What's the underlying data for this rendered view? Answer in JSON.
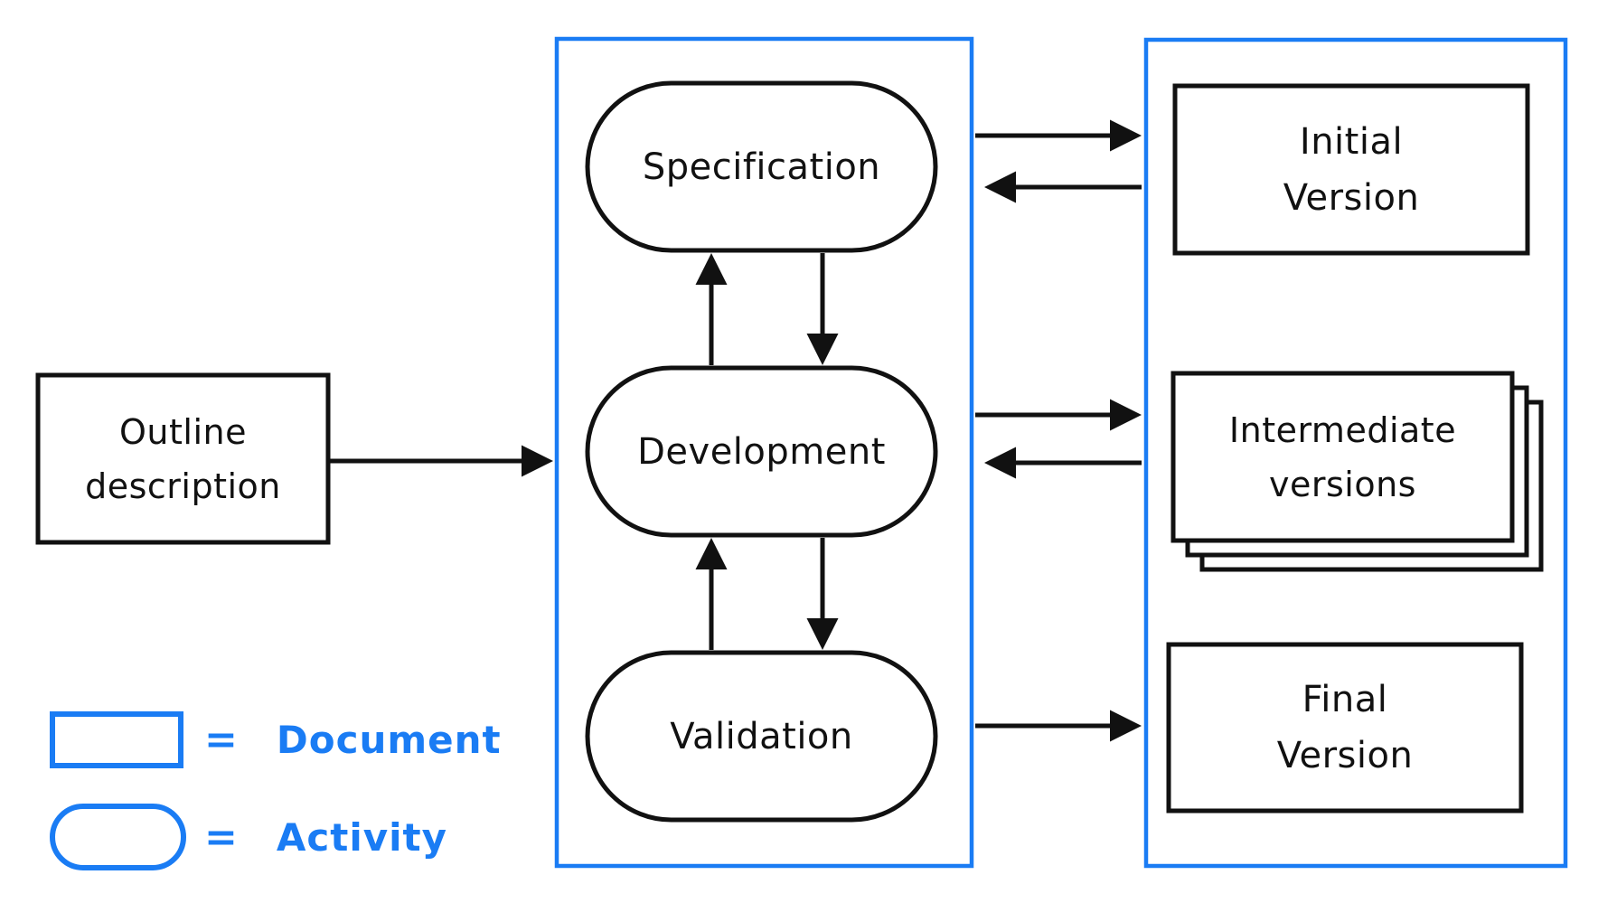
{
  "diagram": {
    "outline_box": {
      "line1": "Outline",
      "line2": "description"
    },
    "activities": {
      "specification": "Specification",
      "development": "Development",
      "validation": "Validation"
    },
    "versions": {
      "initial": {
        "line1": "Initial",
        "line2": "Version"
      },
      "intermediate": {
        "line1": "Intermediate",
        "line2": "versions"
      },
      "final": {
        "line1": "Final",
        "line2": "Version"
      }
    },
    "legend": {
      "document": {
        "equals": "=",
        "label": "Document",
        "symbol": "rectangle"
      },
      "activity": {
        "equals": "=",
        "label": "Activity",
        "symbol": "stadium"
      }
    },
    "connections": [
      {
        "from": "Outline description",
        "to": "Development"
      },
      {
        "from": "Development",
        "to": "Specification"
      },
      {
        "from": "Specification",
        "to": "Development"
      },
      {
        "from": "Validation",
        "to": "Development"
      },
      {
        "from": "Development",
        "to": "Validation"
      },
      {
        "from": "Specification",
        "to": "Initial Version"
      },
      {
        "from": "Initial Version",
        "to": "Specification"
      },
      {
        "from": "Development",
        "to": "Intermediate versions"
      },
      {
        "from": "Intermediate versions",
        "to": "Development"
      },
      {
        "from": "Validation",
        "to": "Final Version"
      }
    ],
    "colors": {
      "container_stroke": "#1a7cf4",
      "shape_stroke": "#111111",
      "legend_text": "#1a7cf4",
      "background": "#ffffff"
    }
  }
}
